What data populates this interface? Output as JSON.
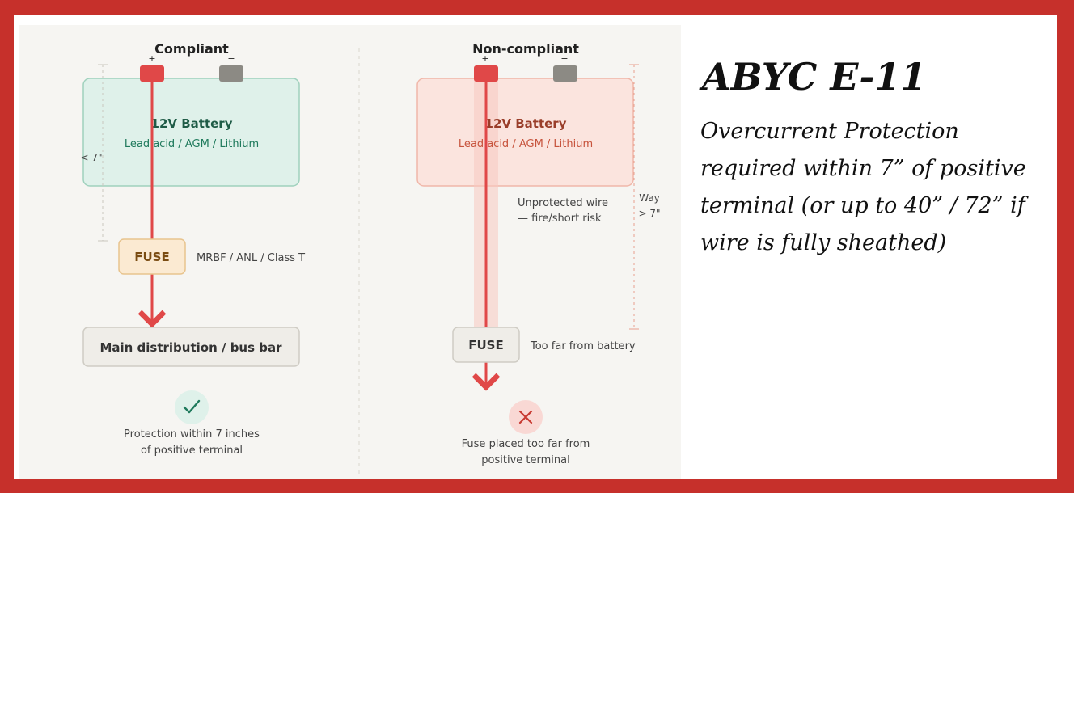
{
  "heading": {
    "title": "ABYC E-11",
    "description": "Overcurrent Protection required within 7” of positive terminal (or up to 40” / 72” if wire is fully sheathed)"
  },
  "compliant": {
    "label": "Compliant",
    "plus": "+",
    "minus": "−",
    "battery_title": "12V Battery",
    "battery_types": "Lead acid / AGM / Lithium",
    "distance": "< 7\"",
    "fuse": "FUSE",
    "fuse_types": "MRBF / ANL / Class T",
    "distribution": "Main distribution / bus bar",
    "status_icon": "check-icon",
    "status_line1": "Protection within 7 inches",
    "status_line2": "of positive terminal"
  },
  "noncompliant": {
    "label": "Non-compliant",
    "plus": "+",
    "minus": "−",
    "battery_title": "12V Battery",
    "battery_types": "Lead acid / AGM / Lithium",
    "wire_note1": "Unprotected wire",
    "wire_note2": "— fire/short risk",
    "distance1": "Way",
    "distance2": "> 7\"",
    "fuse": "FUSE",
    "fuse_note": "Too far from battery",
    "status_icon": "cross-icon",
    "status_line1": "Fuse placed too far from",
    "status_line2": "positive terminal"
  },
  "colors": {
    "frame": "#c6302b",
    "compliant_fill": "#dff1ea",
    "compliant_text": "#1f7a5c",
    "noncompliant_fill": "#fbe4de",
    "noncompliant_text": "#c7543d",
    "wire": "#e04848",
    "fuse_fill": "#fbead2"
  }
}
